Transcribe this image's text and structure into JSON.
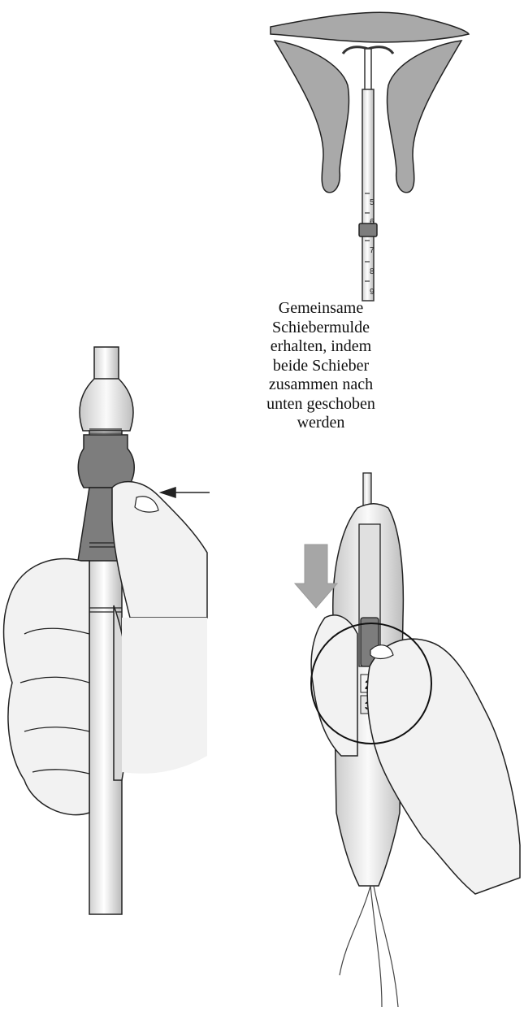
{
  "figure": {
    "caption_lines": [
      "Gemeinsame",
      "Schiebermulde",
      "erhalten, indem",
      "beide Schieber",
      "zusammen nach",
      "unten geschoben",
      "werden"
    ],
    "tube_scale_marks": [
      "5",
      "6",
      "7",
      "8",
      "9"
    ],
    "inserter_slider_marks": [
      "2",
      "3"
    ],
    "colors": {
      "outline": "#222222",
      "tissue_gray": "#a9a9a9",
      "glove_fill": "#f2f2f2",
      "slider_gray": "#7d7d7d",
      "arrow_gray": "#a6a6a6"
    },
    "icons": {
      "push_direction": "arrow-left-icon",
      "slide_direction": "arrow-down-icon"
    }
  }
}
